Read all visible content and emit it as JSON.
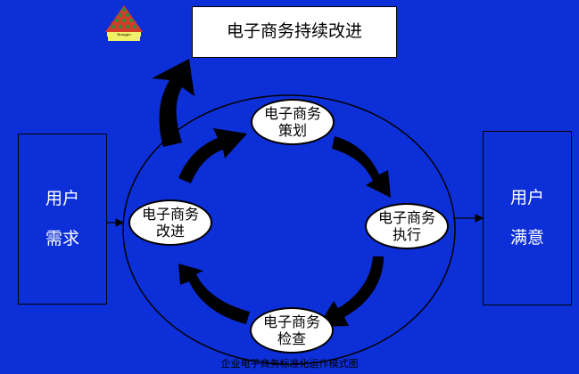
{
  "top_box": {
    "label": "电子商务持续改进"
  },
  "left_box": {
    "line1": "用户",
    "line2": "需求"
  },
  "right_box": {
    "line1": "用户",
    "line2": "满意"
  },
  "nodes": {
    "plan": {
      "line1": "电子商务",
      "line2": "策划"
    },
    "execute": {
      "line1": "电子商务",
      "line2": "执行"
    },
    "check": {
      "line1": "电子商务",
      "line2": "检查"
    },
    "improve": {
      "line1": "电子商务",
      "line2": "改进"
    }
  },
  "caption": "企业电子商务标准化运作模式图",
  "logo": {
    "text": "Rongjie"
  },
  "colors": {
    "background": "#0d2fd8",
    "box": "#ffffff",
    "arrow": "#000000"
  }
}
